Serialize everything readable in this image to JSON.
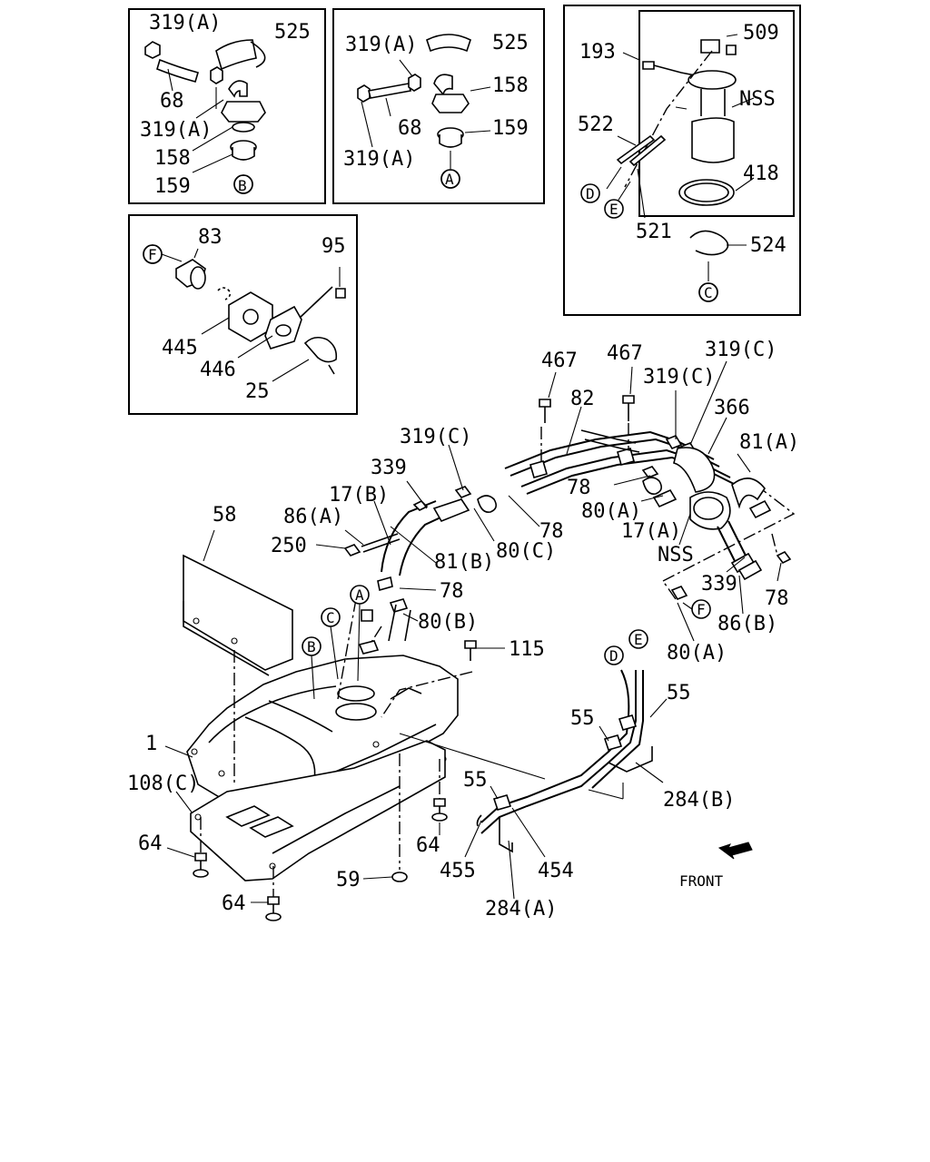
{
  "callouts": {
    "p319a_1": "319(A)",
    "p525_1": "525",
    "p68_1": "68",
    "p319a_2": "319(A)",
    "p158_1": "158",
    "p159_1": "159",
    "refB_1": "B",
    "p319a_3": "319(A)",
    "p525_2": "525",
    "p158_2": "158",
    "p68_2": "68",
    "p159_2": "159",
    "p319a_4": "319(A)",
    "refA_1": "A",
    "p193": "193",
    "p509": "509",
    "pNSS_1": "NSS",
    "p522": "522",
    "p418": "418",
    "refD_1": "D",
    "refE_1": "E",
    "p521": "521",
    "p524": "524",
    "refC_1": "C",
    "refF_1": "F",
    "p83": "83",
    "p95": "95",
    "p445": "445",
    "p446": "446",
    "p25": "25",
    "p467_1": "467",
    "p467_2": "467",
    "p319c_1": "319(C)",
    "p82": "82",
    "p319c_2": "319(C)",
    "p366": "366",
    "p81a": "81(A)",
    "p319c_3": "319(C)",
    "p339_1": "339",
    "p78_1": "78",
    "p17b": "17(B)",
    "p80a_1": "80(A)",
    "p58": "58",
    "p86a": "86(A)",
    "p78_2": "78",
    "p17a": "17(A)",
    "p250": "250",
    "p81b": "81(B)",
    "p80c": "80(C)",
    "pNSS_2": "NSS",
    "p339_2": "339",
    "p78_3": "78",
    "refA_2": "A",
    "p78_4": "78",
    "refC_2": "C",
    "p80b": "80(B)",
    "refF_2": "F",
    "p86b": "86(B)",
    "refB_2": "B",
    "p115": "115",
    "refE_2": "E",
    "p80a_2": "80(A)",
    "refD_2": "D",
    "p55_1": "55",
    "p55_2": "55",
    "p1": "1",
    "p108c": "108(C)",
    "p284b": "284(B)",
    "p55_3": "55",
    "p64_1": "64",
    "p64_2": "64",
    "p59": "59",
    "p455": "455",
    "p454": "454",
    "p64_3": "64",
    "p284a": "284(A)",
    "front": "FRONT"
  }
}
